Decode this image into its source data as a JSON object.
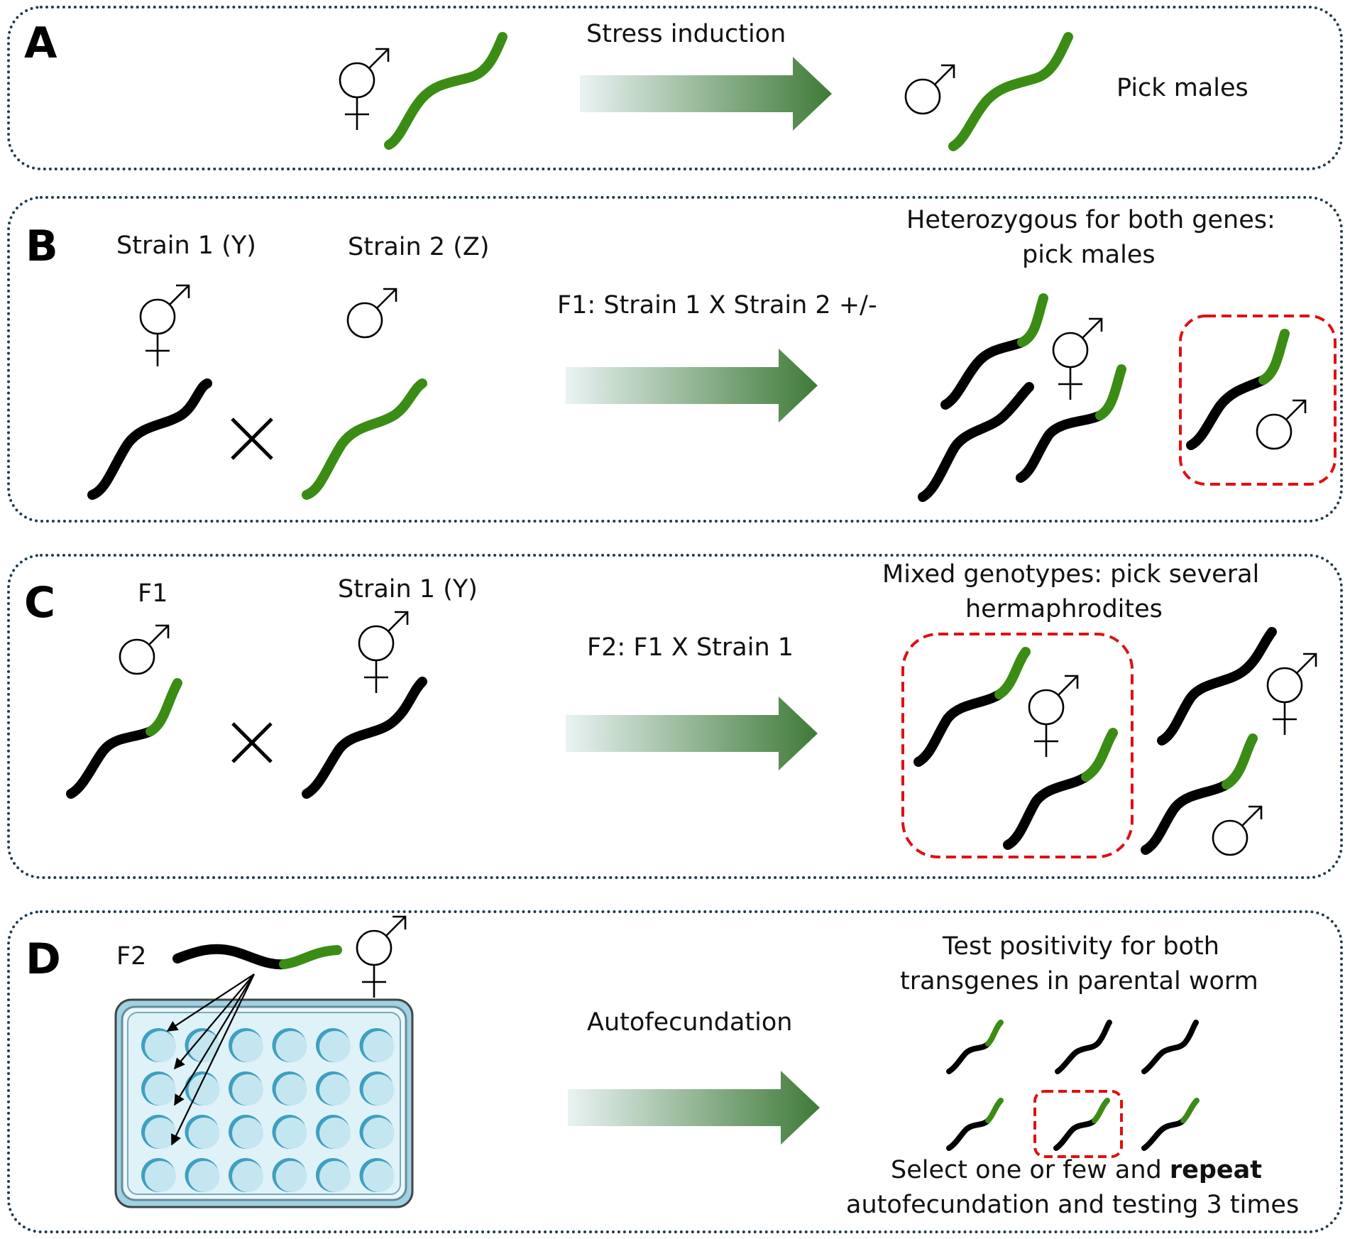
{
  "colors": {
    "worm_green": "#3b8c14",
    "worm_black": "#000000",
    "panel_border": "#1f3b4d",
    "selection_box": "#e01010",
    "arrow_start": "#eaf3f3",
    "arrow_end": "#3f7a38",
    "well_fill": "#bfe4ef",
    "plate_fill": "#dff2f7"
  },
  "icons": [
    "female-male-symbol",
    "male-symbol",
    "worm",
    "cross-sign",
    "arrow",
    "well-plate"
  ],
  "panels": {
    "a": {
      "letter": "A",
      "arrow_label": "Stress induction",
      "right_label": "Pick males"
    },
    "b": {
      "letter": "B",
      "strain1_label": "Strain 1 (Y)",
      "strain2_label": "Strain 2 (Z)",
      "arrow_label": "F1: Strain 1 X Strain 2 +/-",
      "result_line1": "Heterozygous for both genes:",
      "result_line2": "pick males"
    },
    "c": {
      "letter": "C",
      "f1_label": "F1",
      "strain1_label": "Strain 1 (Y)",
      "arrow_label": "F2: F1 X Strain 1",
      "result_line1": "Mixed genotypes: pick several",
      "result_line2": "hermaphrodites"
    },
    "d": {
      "letter": "D",
      "f2_label": "F2",
      "arrow_label": "Autofecundation",
      "result_line1": "Test positivity for both",
      "result_line2": "transgenes in parental worm",
      "bottom_line1_pre": "Select one or few and ",
      "bottom_line1_bold": "repeat",
      "bottom_line2": "autofecundation and testing 3 times"
    }
  }
}
